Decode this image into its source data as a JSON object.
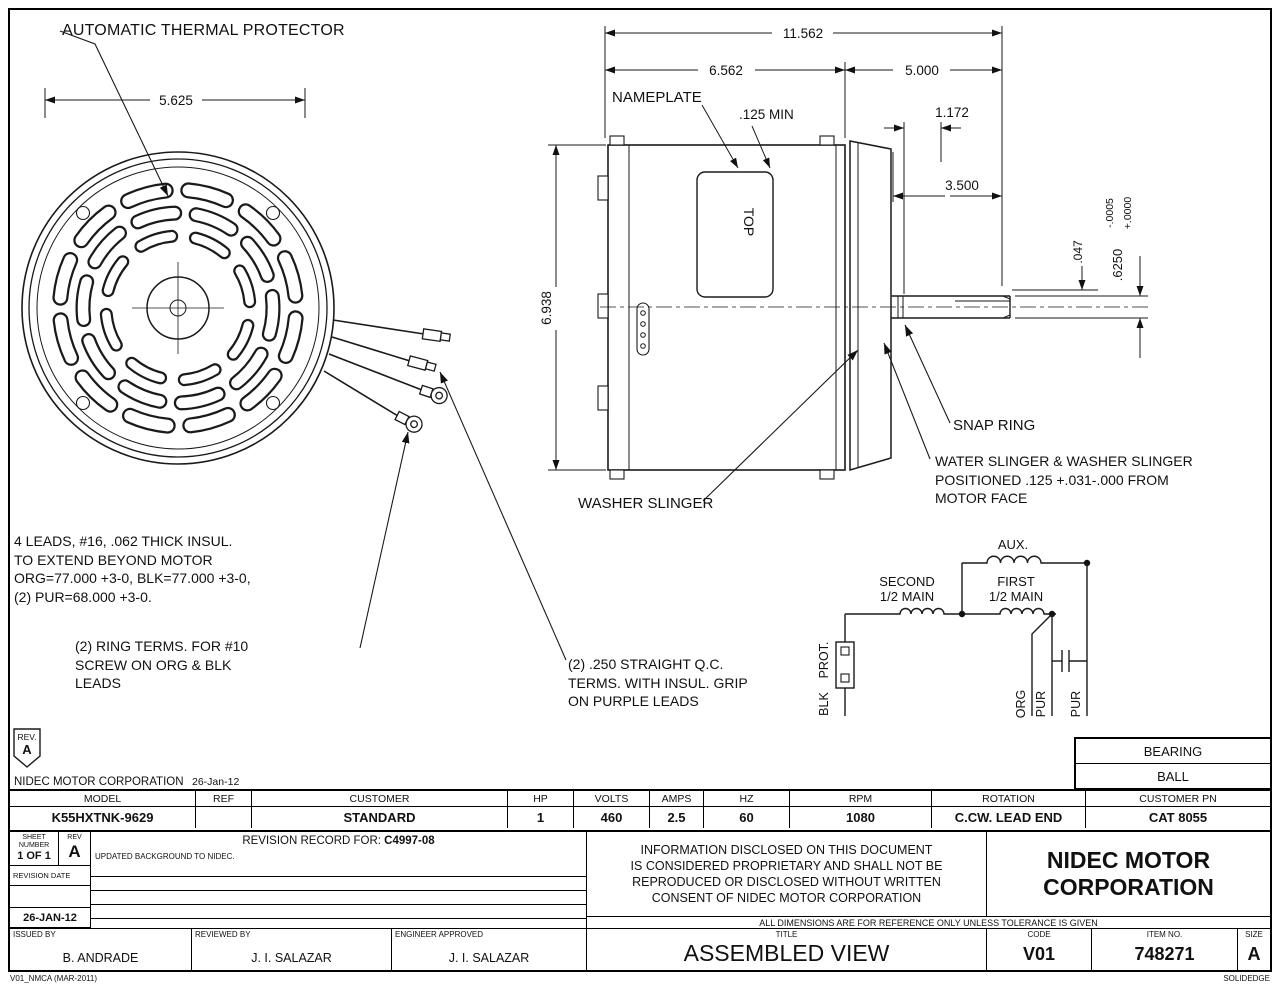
{
  "page": {
    "footer_left": "V01_NMCA (MAR-2011)",
    "footer_right": "SOLIDEDGE"
  },
  "drawing": {
    "thermal_protector": "AUTOMATIC THERMAL PROTECTOR",
    "dim_5625": "5.625",
    "dim_11562": "11.562",
    "dim_6562": "6.562",
    "dim_5000": "5.000",
    "nameplate": "NAMEPLATE",
    "dim_125min": ".125 MIN",
    "dim_1172": "1.172",
    "dim_3500": "3.500",
    "dim_6938": "6.938",
    "dim_047": ".047",
    "dim_6250": ".6250",
    "tol_plus": "+.0000",
    "tol_minus": "-.0005",
    "top_label": "TOP",
    "snap_ring": "SNAP RING",
    "washer_slinger": "WASHER SLINGER",
    "water_slinger_note": "WATER SLINGER & WASHER SLINGER\nPOSITIONED .125 +.031-.000 FROM\nMOTOR FACE",
    "leads_note": "4 LEADS, #16, .062 THICK INSUL.\nTO EXTEND BEYOND MOTOR\nORG=77.000 +3-0, BLK=77.000 +3-0,\n(2) PUR=68.000 +3-0.",
    "ring_terms_note": "(2) RING TERMS. FOR #10\nSCREW ON ORG & BLK\nLEADS",
    "qc_terms_note": "(2) .250 STRAIGHT Q.C.\nTERMS. WITH INSUL. GRIP\nON PURPLE LEADS"
  },
  "schematic": {
    "aux": "AUX.",
    "second_line1": "SECOND",
    "second_line2": "1/2 MAIN",
    "first_line1": "FIRST",
    "first_line2": "1/2 MAIN",
    "prot": "PROT.",
    "blk": "BLK",
    "org": "ORG",
    "pur_1": "PUR",
    "pur_2": "PUR"
  },
  "rev_flag": {
    "label": "REV.",
    "value": "A"
  },
  "corp_line": {
    "name": "NIDEC MOTOR CORPORATION",
    "date": "26-Jan-12"
  },
  "bearing": {
    "label": "BEARING",
    "value": "BALL"
  },
  "spec": {
    "headers": [
      "MODEL",
      "REF",
      "CUSTOMER",
      "HP",
      "VOLTS",
      "AMPS",
      "HZ",
      "RPM",
      "ROTATION",
      "CUSTOMER PN"
    ],
    "values": [
      "K55HXTNK-9629",
      "",
      "STANDARD",
      "1",
      "460",
      "2.5",
      "60",
      "1080",
      "C.CW. LEAD END",
      "CAT 8055"
    ]
  },
  "block": {
    "sheet_label": "SHEET\nNUMBER",
    "sheet_value": "1 OF 1",
    "rev_label": "REV",
    "rev_value": "A",
    "rr_label": "REVISION RECORD FOR:",
    "rr_code": "C4997-08",
    "rr_note": "UPDATED BACKGROUND TO NIDEC.",
    "rev_date_label": "REVISION DATE",
    "rev_date": "26-JAN-12",
    "proprietary": "INFORMATION DISCLOSED ON THIS DOCUMENT\nIS CONSIDERED PROPRIETARY AND SHALL NOT BE\nREPRODUCED OR DISCLOSED WITHOUT WRITTEN\nCONSENT OF NIDEC MOTOR CORPORATION",
    "company": "NIDEC MOTOR\nCORPORATION",
    "tolerance_note": "ALL DIMENSIONS ARE FOR REFERENCE ONLY UNLESS TOLERANCE IS GIVEN",
    "issued_label": "ISSUED BY",
    "issued": "B. ANDRADE",
    "reviewed_label": "REVIEWED BY",
    "reviewed": "J. I. SALAZAR",
    "engineer_label": "ENGINEER APPROVED",
    "engineer": "J. I. SALAZAR",
    "title_label": "TITLE",
    "title": "ASSEMBLED VIEW",
    "code_label": "CODE",
    "code": "V01",
    "item_label": "ITEM NO.",
    "item": "748271",
    "size_label": "SIZE",
    "size": "A"
  }
}
